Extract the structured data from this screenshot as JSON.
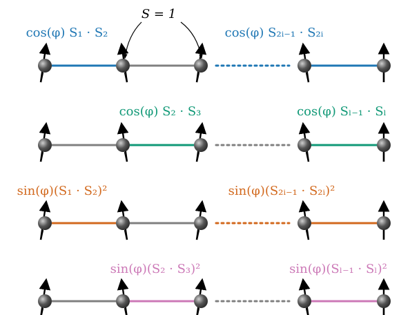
{
  "annotation": {
    "text": "S = 1"
  },
  "colors": {
    "bond_neutral": "#808080",
    "spin_arrow": "#000000",
    "sphere_dark": "#2b2b2b",
    "sphere_light": "#cfcfcf"
  },
  "rows": [
    {
      "color": "#1f77b4",
      "label_left": "cos(φ) S₁ · S₂",
      "label_right": "cos(φ) S₂ᵢ₋₁ · S₂ᵢ",
      "highlighted_bonds": [
        "1-2",
        "5-6"
      ]
    },
    {
      "color": "#119977",
      "label_left": "cos(φ) S₂ · S₃",
      "label_right": "cos(φ) Sₗ₋₁ · Sₗ",
      "highlighted_bonds": [
        "2-3",
        "6-7"
      ]
    },
    {
      "color": "#d2691e",
      "label_left": "sin(φ)(S₁ · S₂)²",
      "label_right": "sin(φ)(S₂ᵢ₋₁ · S₂ᵢ)²",
      "highlighted_bonds": [
        "1-2",
        "5-6"
      ]
    },
    {
      "color": "#cc79b7",
      "label_left": "sin(φ)(S₂ · S₃)²",
      "label_right": "sin(φ)(Sₗ₋₁ · Sₗ)²",
      "highlighted_bonds": [
        "2-3",
        "6-7"
      ]
    }
  ]
}
